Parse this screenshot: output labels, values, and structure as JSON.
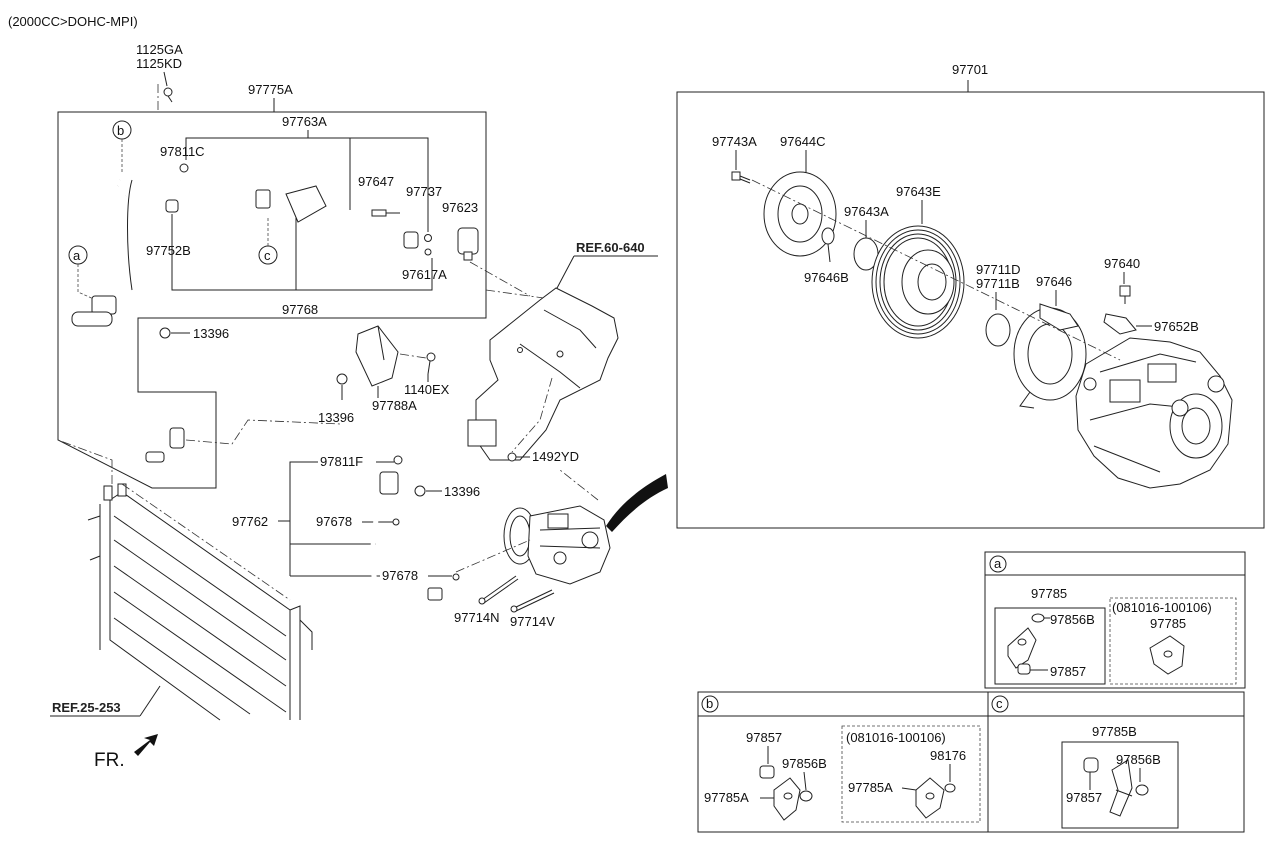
{
  "header": {
    "variant": "(2000CC>DOHC-MPI)"
  },
  "callouts": {
    "a": "a",
    "b": "b",
    "c": "c"
  },
  "parts": {
    "p1125GA": "1125GA",
    "p1125KD": "1125KD",
    "p97775A": "97775A",
    "p97763A": "97763A",
    "p97811C": "97811C",
    "p97647": "97647",
    "p97737": "97737",
    "p97623": "97623",
    "p97752B": "97752B",
    "p97617A": "97617A",
    "p97768": "97768",
    "p13396a": "13396",
    "p13396b": "13396",
    "p13396c": "13396",
    "p97788A": "97788A",
    "p1140EX": "1140EX",
    "p1492YD": "1492YD",
    "p97811F": "97811F",
    "p97762": "97762",
    "p97678a": "97678",
    "p97678b": "97678",
    "p97714N": "97714N",
    "p97714V": "97714V",
    "p97701": "97701",
    "p97743A": "97743A",
    "p97644C": "97644C",
    "p97643E": "97643E",
    "p97643A": "97643A",
    "p97646B": "97646B",
    "p97711D": "97711D",
    "p97711B": "97711B",
    "p97646": "97646",
    "p97640": "97640",
    "p97652B": "97652B"
  },
  "refs": {
    "ref60": "REF.60-640",
    "ref25": "REF.25-253"
  },
  "direction": {
    "fr": "FR."
  },
  "boxes": {
    "a": {
      "main": "97785",
      "p97856B": "97856B",
      "p97857": "97857",
      "period": "(081016-100106)",
      "alt": "97785"
    },
    "b": {
      "p97857": "97857",
      "p97856B": "97856B",
      "p97785A": "97785A",
      "period": "(081016-100106)",
      "p98176": "98176",
      "alt97785A": "97785A"
    },
    "c": {
      "main": "97785B",
      "p97856B": "97856B",
      "p97857": "97857"
    }
  }
}
